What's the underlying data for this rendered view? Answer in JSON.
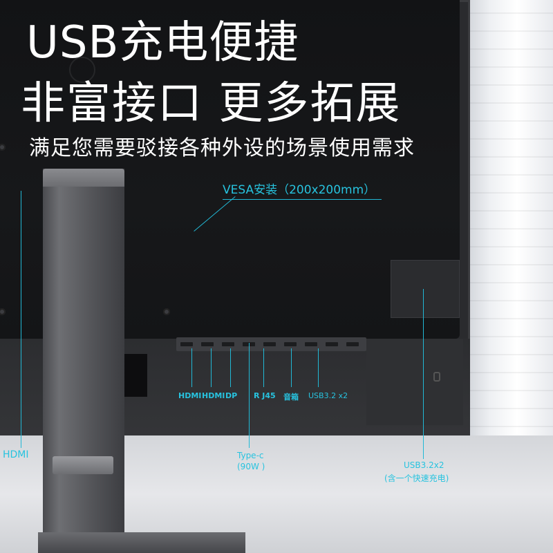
{
  "headline": {
    "line1": "USB充电便捷",
    "line2": "非富接口 更多拓展",
    "line3": "满足您需要驳接各种外设的场景使用需求"
  },
  "annotations": {
    "vesa": "VESA安装（200x200mm）",
    "hdmi_side": "HDMI",
    "typec_line1": "Type-c",
    "typec_line2": "(90W )",
    "usb_side_line1": "USB3.2x2",
    "usb_side_line2": "(含一个快速充电)"
  },
  "ports": {
    "hdmi1": "HDMI",
    "hdmi2": "HDMI",
    "dp": "DP",
    "rj45": "R J45",
    "audio": "音箱",
    "usb": "USB3.2 x2"
  },
  "colors": {
    "accent": "#27c3df",
    "monitor": "#17181a",
    "text": "#ffffff"
  }
}
